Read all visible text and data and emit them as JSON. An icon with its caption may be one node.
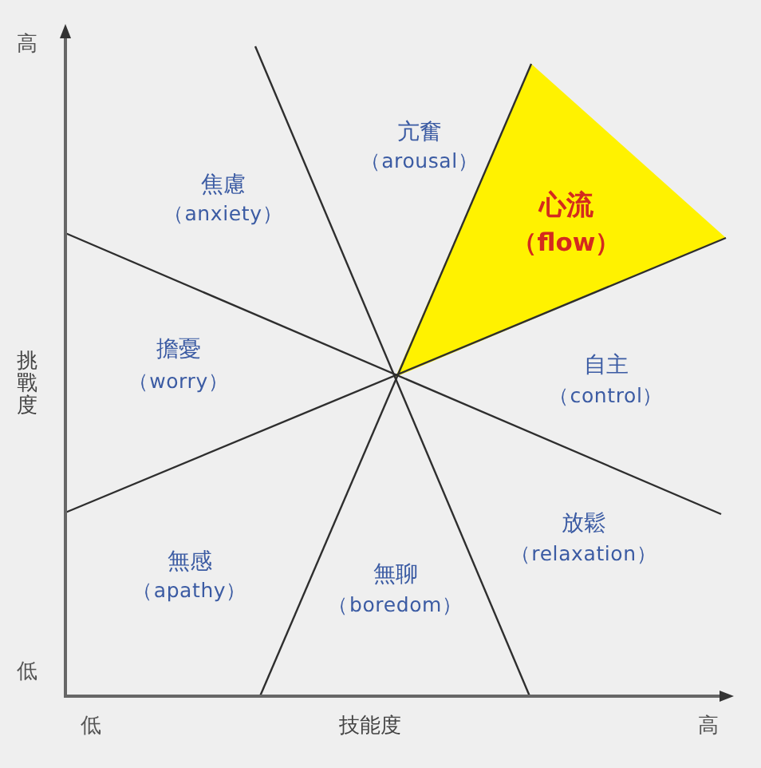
{
  "diagram": {
    "nodes": [
      {
        "text": [
          "心流",
          "（flow）"
        ]
      }
    ],
    "labels": [
      "高",
      "亢奮",
      "（arousal）",
      "焦慮",
      "（anxiety）",
      "挑戰度",
      "擔憂",
      "（worry）",
      "自主",
      "（control）",
      "放鬆",
      "（relaxation）",
      "無感",
      "（apathy）",
      "無聊",
      "（boredom）",
      "低",
      "低",
      "技能度",
      "高"
    ]
  }
}
